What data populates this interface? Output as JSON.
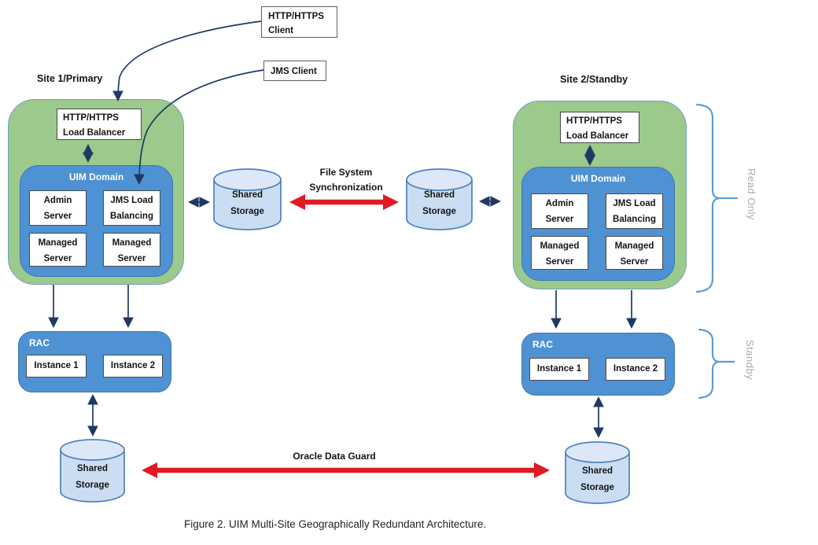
{
  "colors": {
    "site_green": "#9cc98c",
    "domain_blue": "#4f92d4",
    "arrow_navy": "#1f3864",
    "arrow_red": "#e01a23",
    "brace_blue": "#5b9bd5",
    "side_label_gray": "#a9abad",
    "cylinder_fill": "#cbddf2",
    "cylinder_top": "#dce8f8",
    "cylinder_border": "#4f81bd"
  },
  "clients": {
    "http": "HTTP/HTTPS\nClient",
    "jms": "JMS Client"
  },
  "annotations": {
    "file_sync": "File System\nSynchronization",
    "data_guard": "Oracle Data Guard",
    "read_only": "Read Only",
    "standby": "Standby"
  },
  "site1": {
    "title": "Site 1/Primary",
    "load_balancer": "HTTP/HTTPS\nLoad Balancer",
    "domain": "UIM Domain",
    "admin_server": "Admin\nServer",
    "jms_load_balancing": "JMS Load\nBalancing",
    "managed_server_1": "Managed\nServer",
    "managed_server_2": "Managed\nServer",
    "rac": "RAC",
    "instance_1": "Instance 1",
    "instance_2": "Instance 2",
    "mid_storage": "Shared\nStorage",
    "db_storage": "Shared\nStorage"
  },
  "site2": {
    "title": "Site 2/Standby",
    "load_balancer": "HTTP/HTTPS\nLoad Balancer",
    "domain": "UIM Domain",
    "admin_server": "Admin\nServer",
    "jms_load_balancing": "JMS Load\nBalancing",
    "managed_server_1": "Managed\nServer",
    "managed_server_2": "Managed\nServer",
    "rac": "RAC",
    "instance_1": "Instance 1",
    "instance_2": "Instance 2",
    "mid_storage": "Shared\nStorage",
    "db_storage": "Shared\nStorage"
  },
  "figure": {
    "caption": "Figure 2. UIM Multi-Site Geographically Redundant Architecture."
  }
}
